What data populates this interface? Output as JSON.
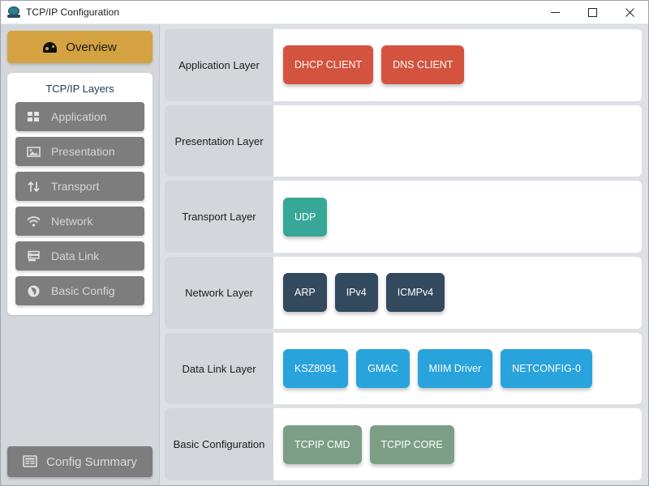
{
  "window": {
    "title": "TCP/IP Configuration",
    "app_icon": "network-globe-icon",
    "controls": {
      "minimize": "minimize-button",
      "maximize": "maximize-button",
      "close": "close-button"
    }
  },
  "sidebar": {
    "overview": {
      "label": "Overview",
      "icon": "gauge-icon",
      "bg": "#d4a240"
    },
    "layers_card_title": "TCP/IP Layers",
    "layer_buttons": [
      {
        "label": "Application",
        "icon": "grid-icon"
      },
      {
        "label": "Presentation",
        "icon": "image-icon"
      },
      {
        "label": "Transport",
        "icon": "arrows-updown-icon"
      },
      {
        "label": "Network",
        "icon": "wifi-icon"
      },
      {
        "label": "Data Link",
        "icon": "server-stack-icon"
      },
      {
        "label": "Basic Config",
        "icon": "globe-icon"
      }
    ],
    "config_summary": {
      "label": "Config Summary",
      "icon": "list-table-icon"
    }
  },
  "main": {
    "rows": [
      {
        "label": "Application Layer",
        "color": "#d4533f",
        "items": [
          "DHCP CLIENT",
          "DNS CLIENT"
        ]
      },
      {
        "label": "Presentation Layer",
        "color": "#d4533f",
        "items": []
      },
      {
        "label": "Transport Layer",
        "color": "#37a898",
        "items": [
          "UDP"
        ]
      },
      {
        "label": "Network Layer",
        "color": "#32495e",
        "items": [
          "ARP",
          "IPv4",
          "ICMPv4"
        ]
      },
      {
        "label": "Data Link Layer",
        "color": "#29a3dc",
        "items": [
          "KSZ8091",
          "GMAC",
          "MIIM Driver",
          "NETCONFIG-0"
        ]
      },
      {
        "label": "Basic Configuration",
        "color": "#7c9e86",
        "items": [
          "TCPIP CMD",
          "TCPIP CORE"
        ]
      }
    ]
  }
}
